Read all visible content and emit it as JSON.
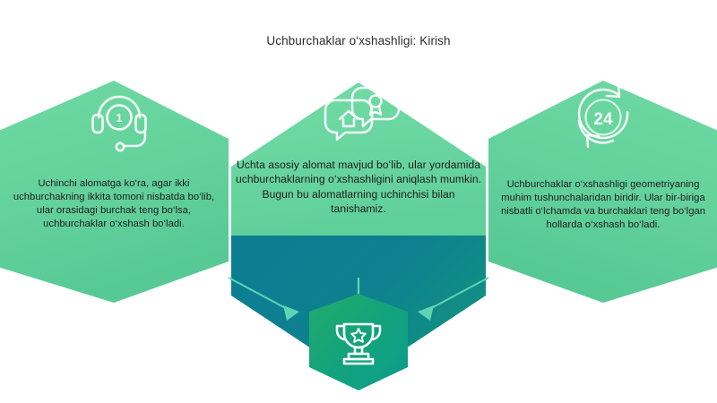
{
  "title": "Uchburchaklar o‘xshashligi: Kirish",
  "panels": {
    "left": {
      "icon": "headset-support-icon",
      "text": "Uchinchi alomatga ko‘ra, agar ikki uchburchakning ikkita tomoni nisbatda bo‘lib, ular orasidagi burchak teng bo‘lsa, uchburchaklar o‘xshash bo‘ladi."
    },
    "center": {
      "icon": "chat-bubbles-home-award-icon",
      "text": "Uchta asosiy alomat mavjud bo‘lib, ular yordamida uchburchaklarning o‘xshashligini aniqlash mumkin. Bugun bu alomatlarning uchinchisi bilan tanishamiz."
    },
    "right": {
      "icon": "twenty-four-seven-icon",
      "text": "Uchburchaklar o‘xshashligi geometriyaning muhim tushunchalaridan biridir. Ular bir-biriga nisbatli o‘lchamda va burchaklari teng bo‘lgan hollarda o‘xshash bo‘ladi."
    },
    "bottom": {
      "icon": "trophy-star-icon",
      "text": ""
    }
  },
  "icon_labels": {
    "left_badge_number": "1",
    "right_badge_number": "24"
  },
  "colors": {
    "background": "#ffffff",
    "hex_light_green": "#6ad39b",
    "hex_mid_green": "#5fcf9b",
    "hex_deep_teal": "#0b7b92",
    "hex_teal_dark": "#0d7486",
    "trophy_hex_green": "#14a06e",
    "trophy_hex_teal": "#0f9c85",
    "icon_stroke": "#ffffff",
    "arrow_color": "#5bd2ae",
    "title_text": "#2b2b2b",
    "body_text": "#1d1d1d"
  },
  "arrows": [
    {
      "name": "arrow-center-down",
      "from": "center-panel",
      "to": "trophy-hex"
    },
    {
      "name": "arrow-left-diagonal",
      "from": "left-panel",
      "to": "trophy-hex"
    },
    {
      "name": "arrow-right-diagonal",
      "from": "right-panel",
      "to": "trophy-hex"
    }
  ]
}
